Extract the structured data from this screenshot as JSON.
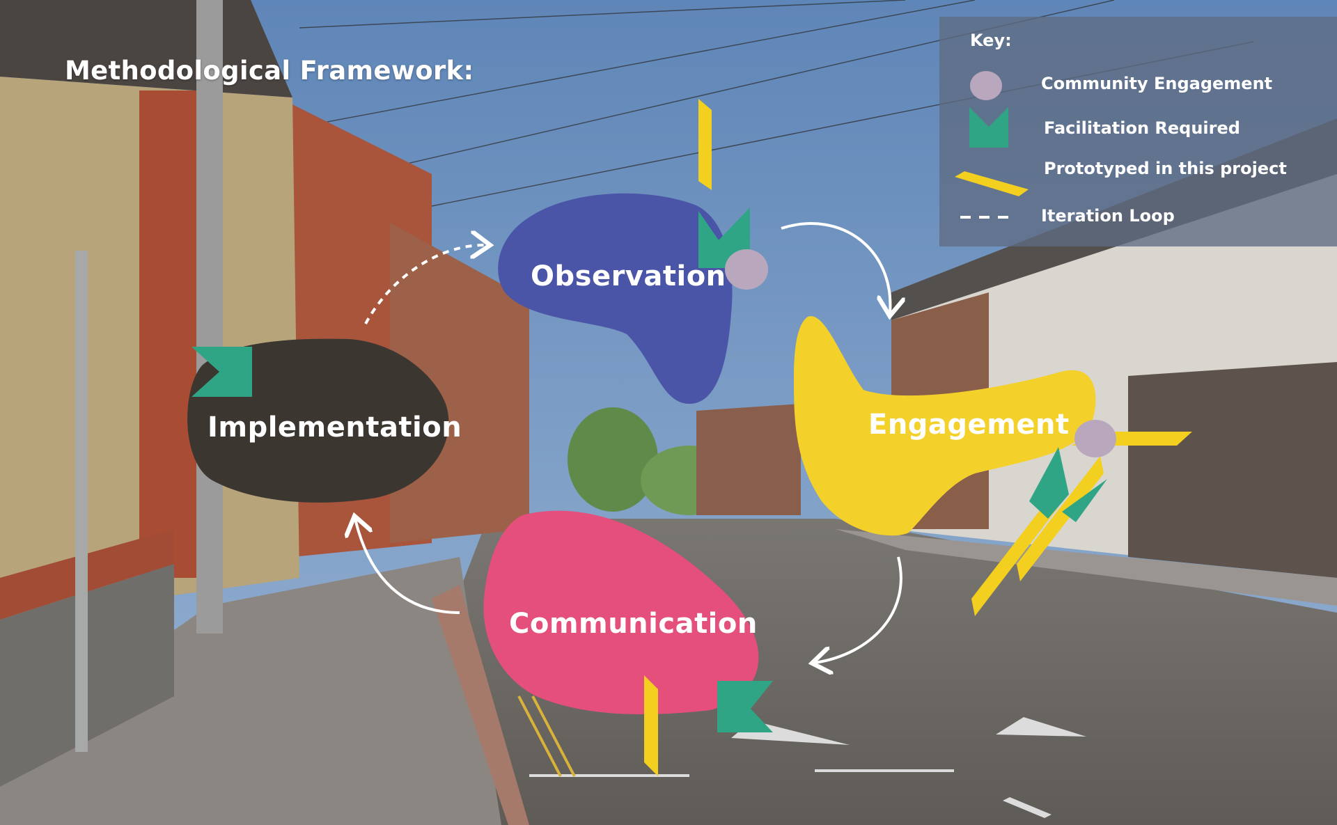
{
  "title": "Methodological Framework:",
  "stages": {
    "observation": "Observation",
    "engagement": "Engagement",
    "communication": "Communication",
    "implementation": "Implementation"
  },
  "key": {
    "title": "Key:",
    "items": [
      {
        "label": "Community Engagement",
        "icon": "circle-marker-icon"
      },
      {
        "label": "Facilitation Required",
        "icon": "teal-flag-icon"
      },
      {
        "label": "Prototyped in this project",
        "icon": "yellow-bar-icon"
      },
      {
        "label": "Iteration Loop",
        "icon": "dashed-line-icon"
      }
    ]
  },
  "colors": {
    "observation": "#4a55a8",
    "engagement": "#f4d12a",
    "communication": "#e44f7c",
    "implementation": "#3b3630",
    "community_engagement": "#b9a8bd",
    "facilitation_required": "#2fa585",
    "prototyped": "#f3cf20"
  }
}
